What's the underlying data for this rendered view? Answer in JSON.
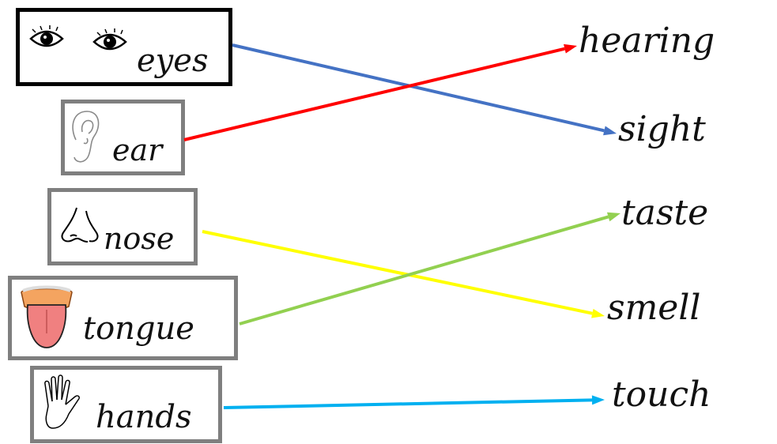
{
  "body_parts": {
    "eyes": {
      "label": "eyes",
      "icon": "eyes-icon"
    },
    "ear": {
      "label": "ear",
      "icon": "ear-icon"
    },
    "nose": {
      "label": "nose",
      "icon": "nose-icon"
    },
    "tongue": {
      "label": "tongue",
      "icon": "tongue-icon"
    },
    "hands": {
      "label": "hands",
      "icon": "hand-icon"
    }
  },
  "senses": {
    "hearing": "hearing",
    "sight": "sight",
    "taste": "taste",
    "smell": "smell",
    "touch": "touch"
  },
  "connections": [
    {
      "from": "eyes",
      "to": "sight",
      "color": "#4472c4"
    },
    {
      "from": "ear",
      "to": "hearing",
      "color": "#ff0000"
    },
    {
      "from": "nose",
      "to": "smell",
      "color": "#ffff00"
    },
    {
      "from": "tongue",
      "to": "taste",
      "color": "#92d050"
    },
    {
      "from": "hands",
      "to": "touch",
      "color": "#00b0f0"
    }
  ],
  "colors": {
    "eyes_card_border": "#000000",
    "other_card_border": "#7f7f7f"
  }
}
